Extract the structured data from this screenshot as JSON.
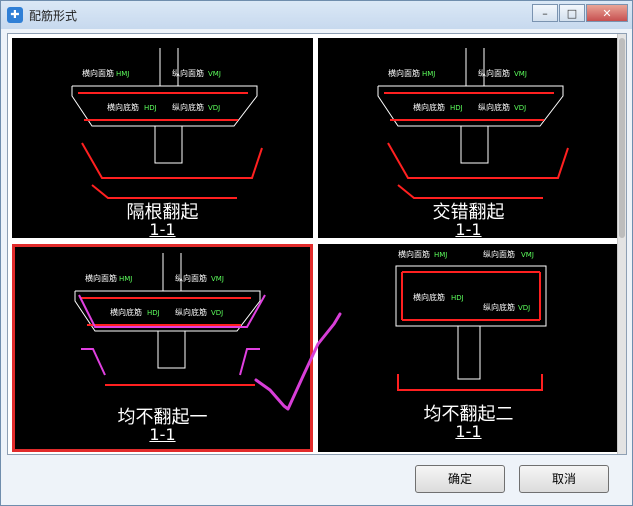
{
  "window": {
    "title": "配筋形式"
  },
  "panels": [
    {
      "caption": "隔根翻起",
      "section": "1-1"
    },
    {
      "caption": "交错翻起",
      "section": "1-1"
    },
    {
      "caption": "均不翻起一",
      "section": "1-1"
    },
    {
      "caption": "均不翻起二",
      "section": "1-1"
    }
  ],
  "drawing_labels": {
    "h_top": "横向面筋",
    "v_top": "纵向面筋",
    "h_bot": "横向底筋",
    "v_bot": "纵向底筋",
    "code_hmj": "HMJ",
    "code_vmj": "VMJ",
    "code_hdj": "HDJ",
    "code_vdj": "VDJ"
  },
  "buttons": {
    "ok": "确定",
    "cancel": "取消"
  }
}
